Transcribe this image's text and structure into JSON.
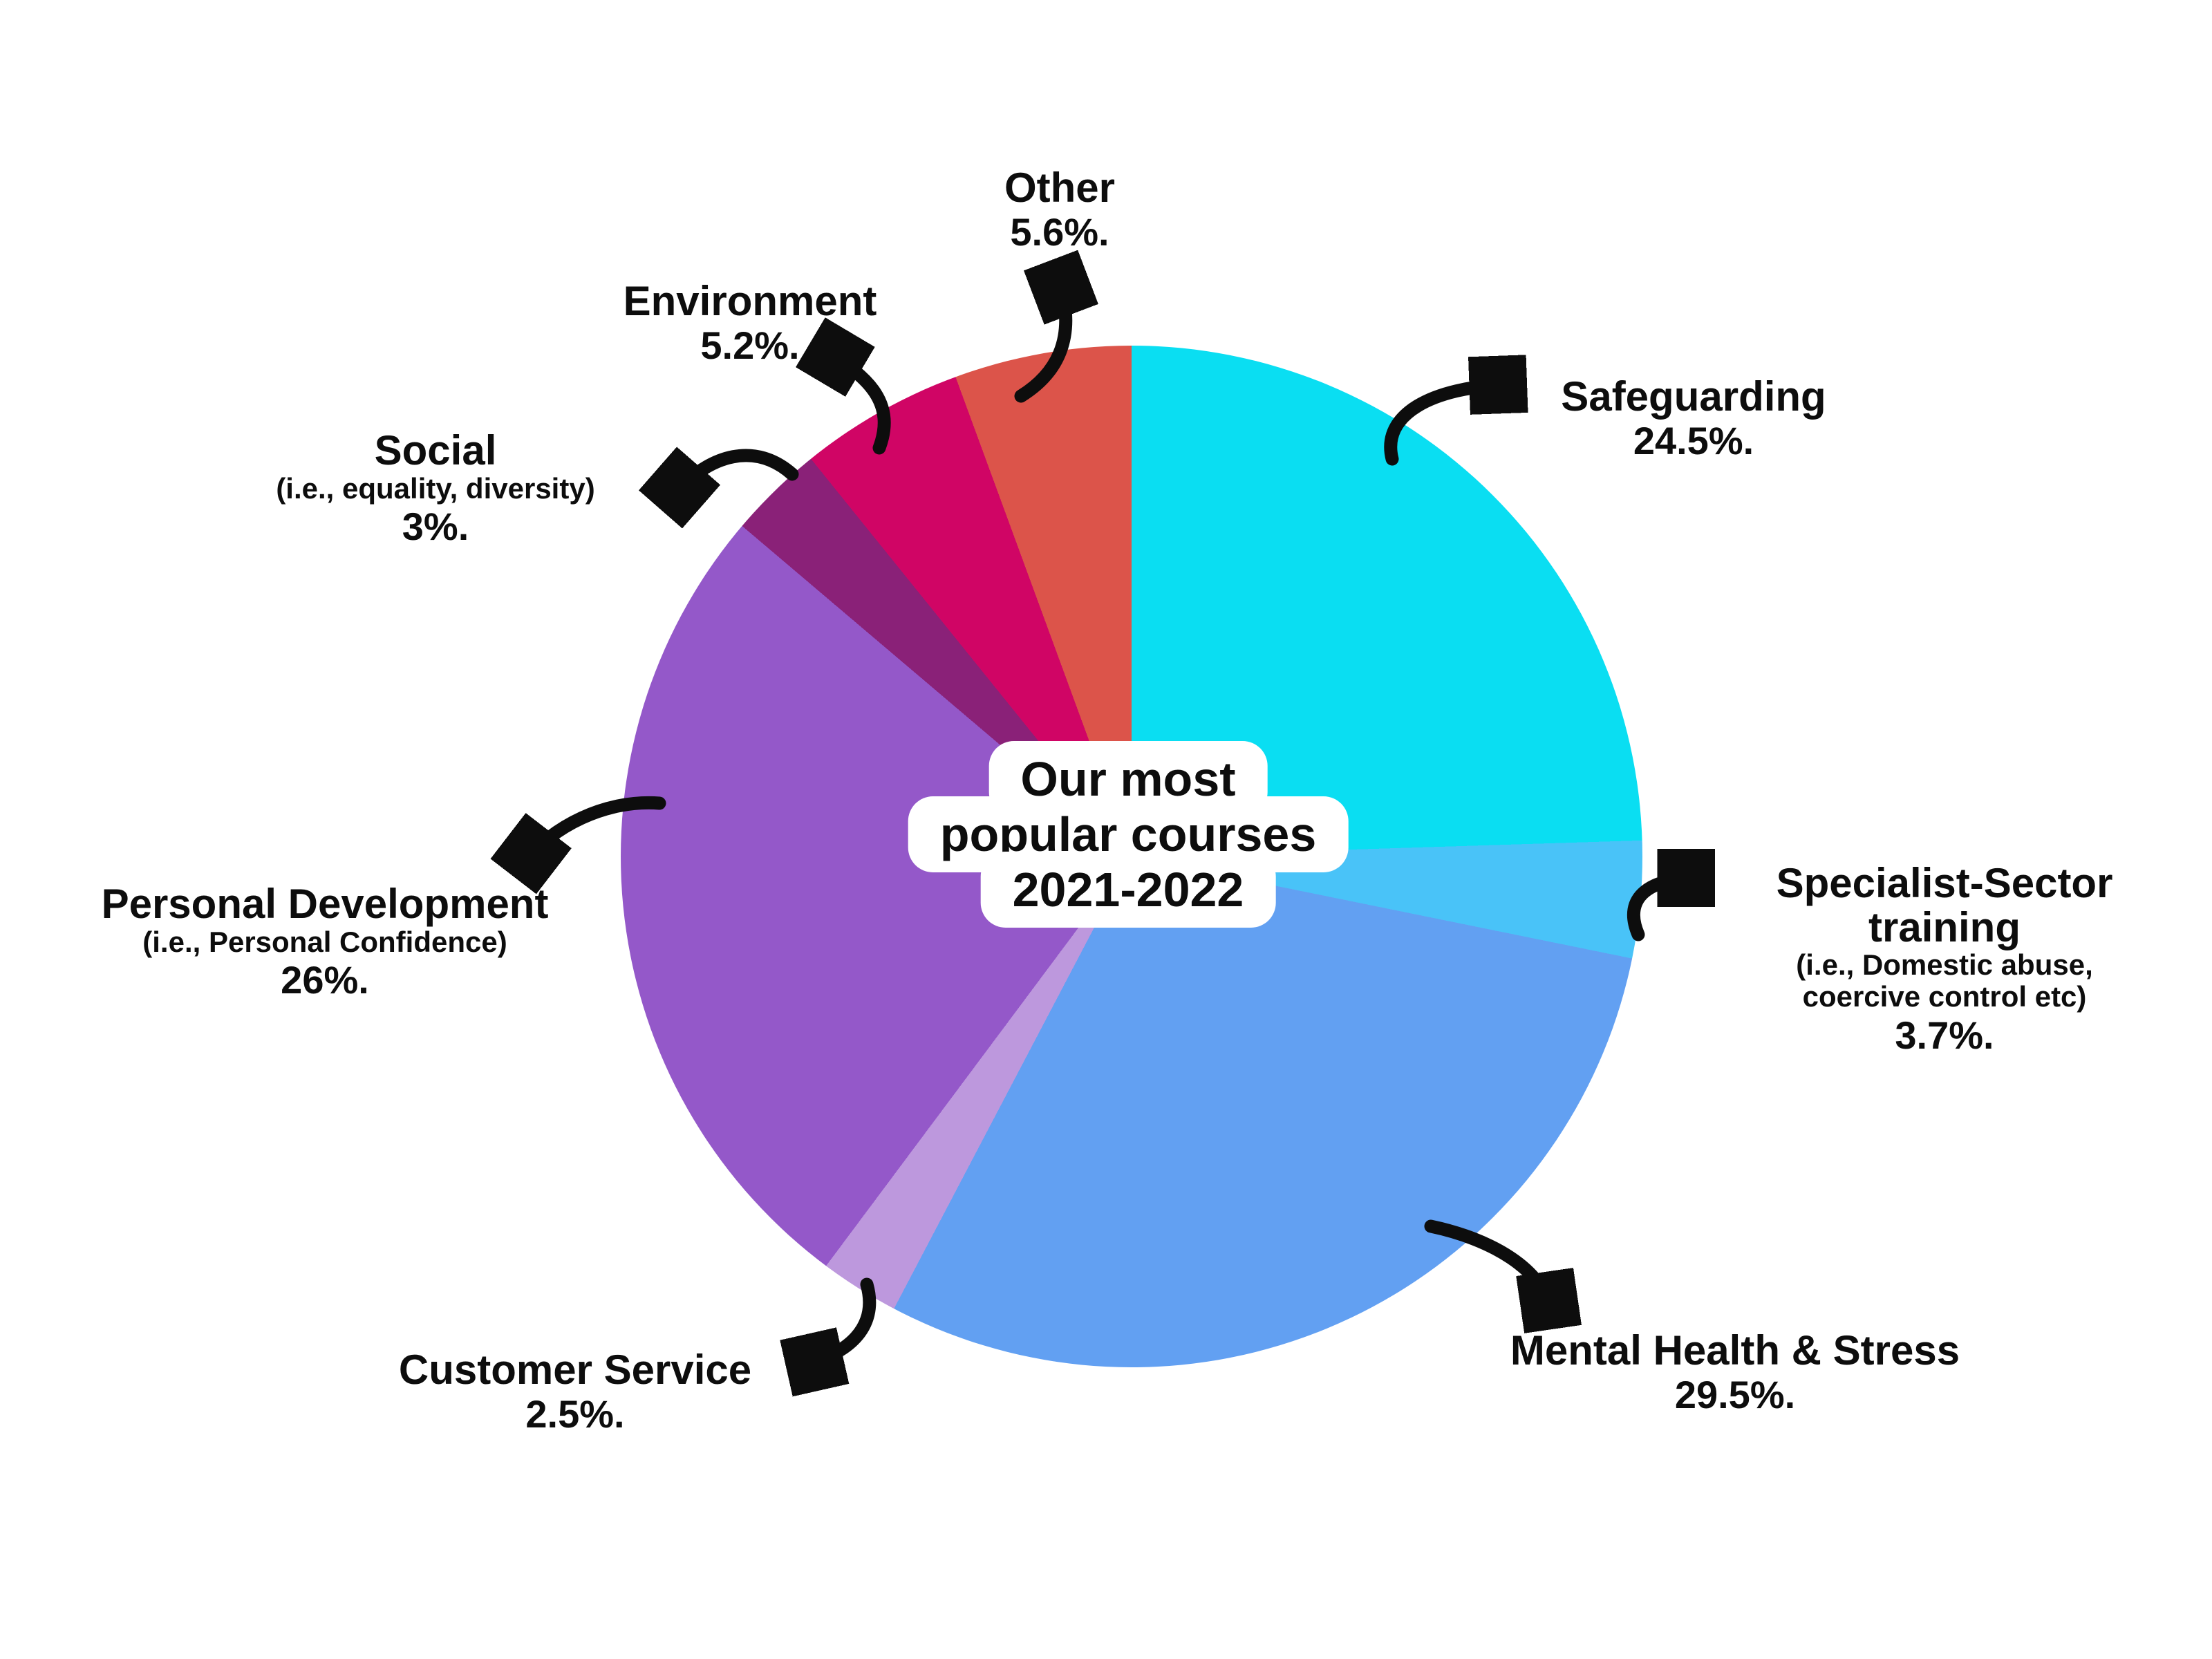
{
  "title": {
    "line1": "Our most",
    "line2": "popular courses",
    "line3": "2021-2022"
  },
  "chart_data": {
    "type": "pie",
    "title": "Our most popular courses 2021-2022",
    "start_angle_deg": 0,
    "direction": "clockwise",
    "legend": "none (direct labels with arrows)",
    "segments": [
      {
        "label": "Safeguarding",
        "value_pct": 24.5,
        "display_value": "24.5%.",
        "color": "#0ADEF2"
      },
      {
        "label": "Specialist-Sector training",
        "sub": "(i.e., Domestic abuse, coercive control etc)",
        "value_pct": 3.7,
        "display_value": "3.7%.",
        "color": "#49C3F8"
      },
      {
        "label": "Mental Health & Stress",
        "value_pct": 29.5,
        "display_value": "29.5%.",
        "color": "#62A0F2"
      },
      {
        "label": "Customer Service",
        "value_pct": 2.5,
        "display_value": "2.5%.",
        "color": "#BD98DD"
      },
      {
        "label": "Personal Development",
        "sub": "(i.e., Personal Confidence)",
        "value_pct": 26,
        "display_value": "26%.",
        "color": "#9458C9"
      },
      {
        "label": "Social",
        "sub": "(i.e., equality, diversity)",
        "value_pct": 3,
        "display_value": "3%.",
        "color": "#8A2178"
      },
      {
        "label": "Environment",
        "value_pct": 5.2,
        "display_value": "5.2%.",
        "color": "#D00565"
      },
      {
        "label": "Other",
        "value_pct": 5.6,
        "display_value": "5.6%.",
        "color": "#DC544A"
      }
    ]
  },
  "labels": {
    "safeguarding": {
      "name": "Safeguarding",
      "value": "24.5%."
    },
    "specialist": {
      "name_line1": "Specialist-Sector",
      "name_line2": "training",
      "sub_line1": "(i.e., Domestic abuse,",
      "sub_line2": "coercive control etc)",
      "value": "3.7%."
    },
    "mental": {
      "name": "Mental Health & Stress",
      "value": "29.5%."
    },
    "customer": {
      "name": "Customer Service",
      "value": "2.5%."
    },
    "personal": {
      "name": "Personal Development",
      "sub": "(i.e., Personal Confidence)",
      "value": "26%."
    },
    "social": {
      "name": "Social",
      "sub": "(i.e., equality, diversity)",
      "value": "3%."
    },
    "environment": {
      "name": "Environment",
      "value": "5.2%."
    },
    "other": {
      "name": "Other",
      "value": "5.6%."
    }
  }
}
